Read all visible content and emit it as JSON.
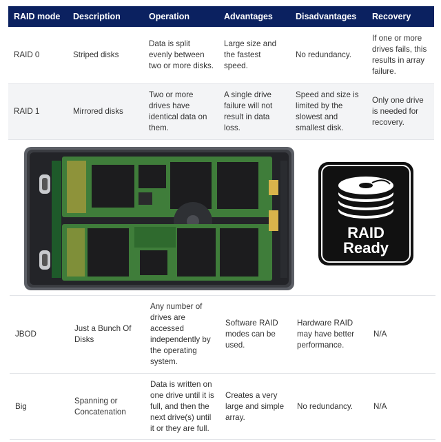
{
  "table": {
    "headers": [
      "RAID mode",
      "Description",
      "Operation",
      "Advantages",
      "Disadvantages",
      "Recovery"
    ],
    "rows": [
      [
        "RAID 0",
        "Striped disks",
        "Data is split evenly between two or more disks.",
        "Large size and the fastest speed.",
        "No redundancy.",
        "If one or more drives fails, this results in array failure."
      ],
      [
        "RAID 1",
        "Mirrored disks",
        "Two or more drives have identical data on them.",
        "A single drive failure will not result in data loss.",
        "Speed and size is limited by the slowest and smallest disk.",
        "Only one drive is needed for recovery."
      ]
    ]
  },
  "table2": {
    "rows": [
      [
        "JBOD",
        "Just a Bunch Of Disks",
        "Any number of drives are accessed independently by the operating system.",
        "Software RAID modes can be used.",
        "Hardware RAID may have better performance.",
        "N/A"
      ],
      [
        "Big",
        "Spanning or Concatenation",
        "Data is written on one drive until it is full, and then the next drive(s) until it or they are full.",
        "Creates a very large and simple array.",
        "No redundancy.",
        "N/A"
      ]
    ]
  },
  "badge": {
    "line1": "RAID",
    "line2": "Ready",
    "icon": "stacked-disks-icon"
  },
  "colors": {
    "header_bg": "#0b2160",
    "row_alt": "#f3f4f6",
    "pcb_green": "#3f7d3a"
  }
}
